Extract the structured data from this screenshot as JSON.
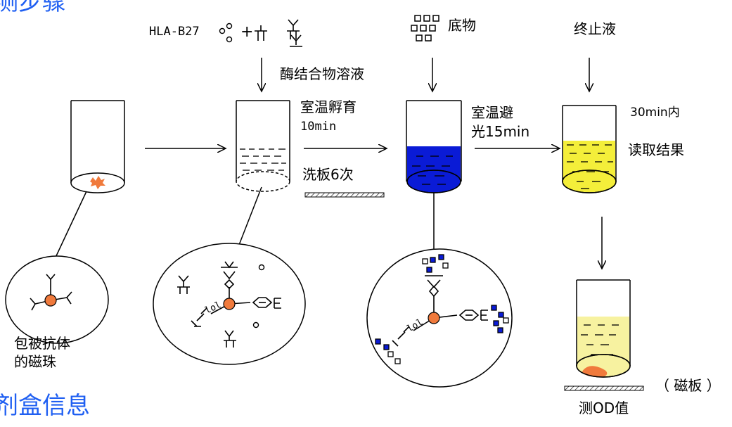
{
  "heading_top": "测步骤",
  "heading_bottom": "剂盒信息",
  "label_hla": "HLA-B27",
  "label_plus": "+",
  "label_substrate": "底物",
  "label_stop": "终止液",
  "label_enzyme": "酶结合物溶液",
  "label_incubate_1": "室温孵育",
  "label_incubate_2": "10min",
  "label_wash": "洗板6次",
  "label_dark_1": "室温避",
  "label_dark_2": "光15min",
  "label_time": "30min内",
  "label_read": "读取结果",
  "label_beads_1": "包被抗体",
  "label_beads_2": "的磁珠",
  "label_magplate": "（ 磁板 ）",
  "label_measure": "测OD值",
  "colors": {
    "heading": "#1f5ff2",
    "bead": "#f07a3c",
    "substrate_blue": "#0a1bd6",
    "yellow_liquid": "#f4ee3a",
    "pale_yellow": "#f7f2a0"
  }
}
